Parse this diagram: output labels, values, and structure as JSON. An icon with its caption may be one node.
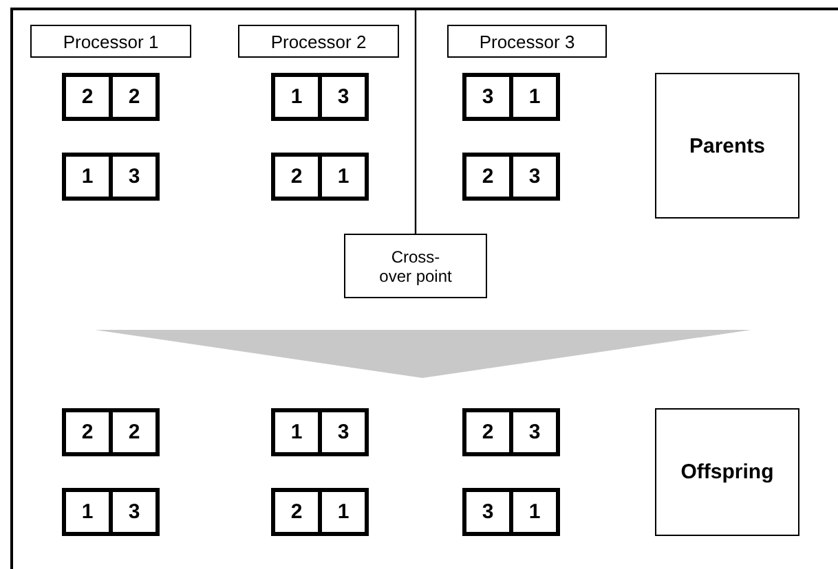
{
  "diagram": {
    "nodes": [
      {
        "text": [
          "Processor 1"
        ]
      },
      {
        "text": [
          "Processor 2"
        ]
      },
      {
        "text": [
          "Processor 3"
        ]
      },
      {
        "text": [
          "2",
          "2"
        ]
      },
      {
        "text": [
          "1",
          "3"
        ]
      },
      {
        "text": [
          "3",
          "1"
        ]
      },
      {
        "text": [
          "Parents"
        ]
      },
      {
        "text": [
          "1",
          "3"
        ]
      },
      {
        "text": [
          "2",
          "1"
        ]
      },
      {
        "text": [
          "2",
          "3"
        ]
      },
      {
        "text": [
          "Cross-over point"
        ]
      },
      {
        "text": [
          "2",
          "2"
        ]
      },
      {
        "text": [
          "1",
          "3"
        ]
      },
      {
        "text": [
          "2",
          "3"
        ]
      },
      {
        "text": [
          "Offspring"
        ]
      },
      {
        "text": [
          "1",
          "3"
        ]
      },
      {
        "text": [
          "2",
          "1"
        ]
      },
      {
        "text": [
          "3",
          "1"
        ]
      }
    ],
    "edges": [
      {
        "from": null,
        "to": 10,
        "arrow": "none"
      }
    ]
  }
}
